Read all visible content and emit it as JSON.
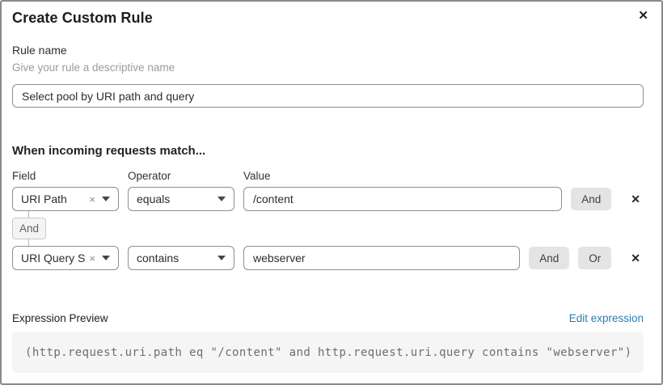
{
  "dialog": {
    "title": "Create Custom Rule"
  },
  "icons": {
    "close": "✕",
    "clear": "×",
    "remove": "✕"
  },
  "rule_name": {
    "label": "Rule name",
    "helper": "Give your rule a descriptive name",
    "value": "Select pool by URI path and query"
  },
  "matcher": {
    "heading": "When incoming requests match...",
    "columns": {
      "field": "Field",
      "operator": "Operator",
      "value": "Value"
    },
    "connector": "And",
    "rows": [
      {
        "field": "URI Path",
        "operator": "equals",
        "value": "/content",
        "and_label": "And"
      },
      {
        "field": "URI Query St...",
        "operator": "contains",
        "value": "webserver",
        "and_label": "And",
        "or_label": "Or"
      }
    ]
  },
  "expression": {
    "label": "Expression Preview",
    "edit_link": "Edit expression",
    "code": "(http.request.uri.path eq \"/content\" and http.request.uri.query contains \"webserver\")"
  },
  "colors": {
    "link": "#2c7cb0",
    "button_bg": "#e4e4e4",
    "code_bg": "#f5f5f6",
    "border": "#8f8f8f"
  }
}
